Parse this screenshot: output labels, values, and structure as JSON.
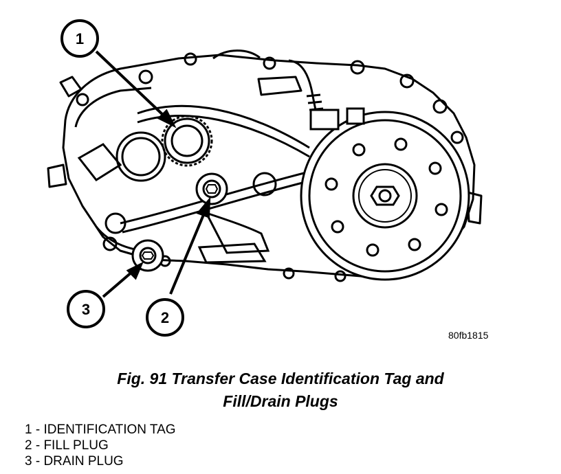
{
  "figure": {
    "callouts": [
      {
        "number": "1",
        "target": "identification-tag"
      },
      {
        "number": "2",
        "target": "fill-plug"
      },
      {
        "number": "3",
        "target": "drain-plug"
      }
    ],
    "reference_code": "80fb1815"
  },
  "caption": {
    "line1": "Fig. 91 Transfer Case Identification Tag and",
    "line2": "Fill/Drain Plugs"
  },
  "legend": [
    "1 - IDENTIFICATION TAG",
    "2 - FILL PLUG",
    "3 - DRAIN PLUG"
  ]
}
